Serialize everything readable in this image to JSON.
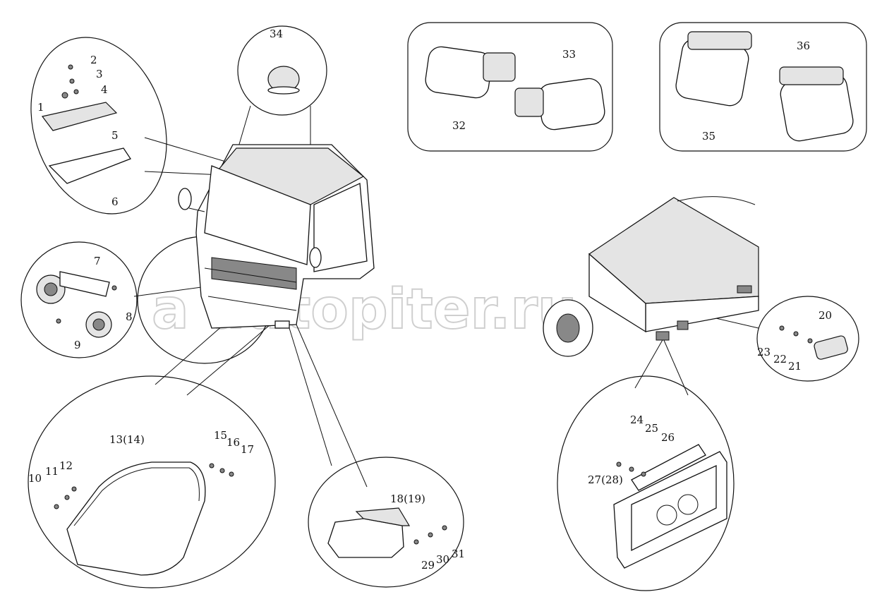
{
  "diagram": {
    "type": "exploded parts diagram - truck lighting and horn",
    "watermark": "autopiter.ru",
    "labels": {
      "p1": "1",
      "p2": "2",
      "p3": "3",
      "p4": "4",
      "p5": "5",
      "p6": "6",
      "p7": "7",
      "p8": "8",
      "p9": "9",
      "p10": "10",
      "p11": "11",
      "p12": "12",
      "p13": "13(14)",
      "p15": "15",
      "p16": "16",
      "p17": "17",
      "p18": "18(19)",
      "p20": "20",
      "p21": "21",
      "p22": "22",
      "p23": "23",
      "p24": "24",
      "p25": "25",
      "p26": "26",
      "p27": "27(28)",
      "p29": "29",
      "p30": "30",
      "p31": "31",
      "p32": "32",
      "p33": "33",
      "p34": "34",
      "p35": "35",
      "p36": "36"
    }
  }
}
